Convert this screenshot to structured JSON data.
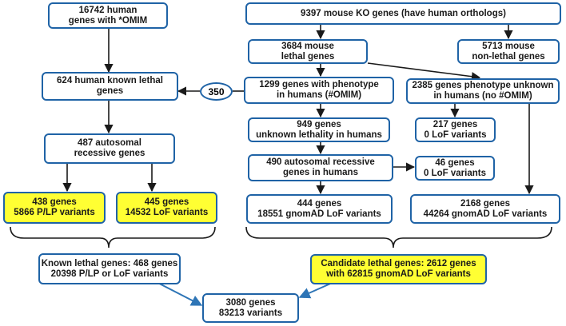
{
  "colors": {
    "border": "#1f63a6",
    "highlight": "#ffff33",
    "arrow": "#1a1a1a",
    "brace": "#1a1a1a",
    "merge_arrow": "#2e75b6"
  },
  "left": {
    "omim": [
      "16742 human",
      "genes with *OMIM"
    ],
    "known_lethal": [
      "624 human known lethal",
      "genes"
    ],
    "ar": [
      "487 autosomal",
      "recessive genes"
    ],
    "plp": [
      "438 genes",
      "5866 P/LP variants"
    ],
    "lof": [
      "445 genes",
      "14532 LoF variants"
    ],
    "summary": [
      "Known lethal genes: 468 genes",
      "20398 P/LP or LoF variants"
    ]
  },
  "oval_value": "350",
  "right": {
    "ko": [
      "9397 mouse KO genes (have human orthologs)"
    ],
    "lethal": [
      "3684 mouse",
      "lethal genes"
    ],
    "nonlethal": [
      "5713 mouse",
      "non-lethal genes"
    ],
    "pheno_known": [
      "1299 genes with phenotype",
      "in humans (#OMIM)"
    ],
    "pheno_unknown": [
      "2385 genes phenotype unknown",
      "in humans (no #OMIM)"
    ],
    "unknown_lethality": [
      "949 genes",
      "unknown lethality in humans"
    ],
    "zero_lof_a": [
      "217 genes",
      "0 LoF variants"
    ],
    "ar_humans": [
      "490 autosomal recessive",
      "genes in humans"
    ],
    "zero_lof_b": [
      "46 genes",
      "0 LoF variants"
    ],
    "gnomad_a": [
      "444 genes",
      "18551 gnomAD LoF variants"
    ],
    "gnomad_b": [
      "2168 genes",
      "44264 gnomAD LoF variants"
    ],
    "summary": [
      "Candidate lethal genes: 2612 genes",
      "with 62815 gnomAD LoF variants"
    ]
  },
  "total": [
    "3080 genes",
    "83213 variants"
  ]
}
